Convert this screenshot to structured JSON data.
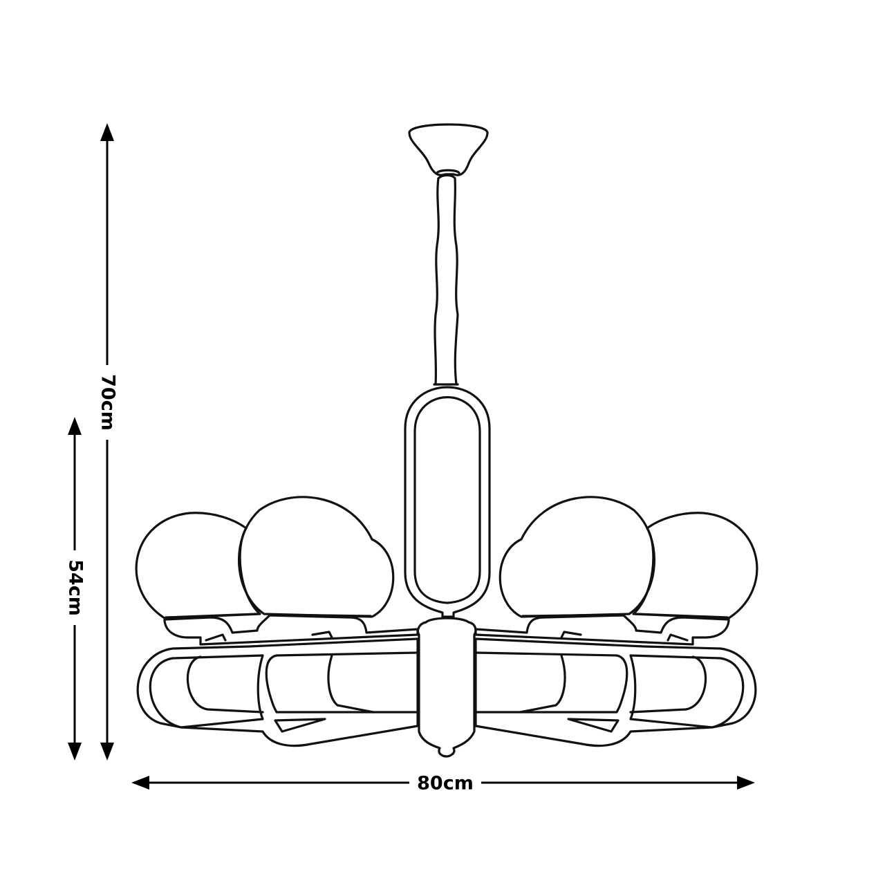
{
  "dimensions": {
    "total_height_label": "70cm",
    "body_height_label": "54cm",
    "width_label": "80cm"
  },
  "colors": {
    "outline": "#111111",
    "dimension": "#000000",
    "background": "#ffffff"
  }
}
